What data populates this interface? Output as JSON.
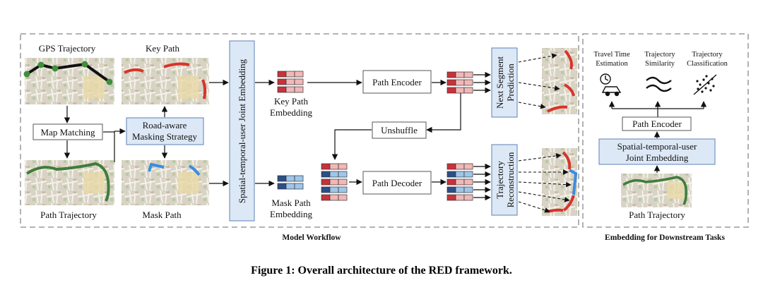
{
  "figure": {
    "caption": "Figure 1: Overall architecture of the RED framework.",
    "workflow_section_label": "Model Workflow",
    "downstream_section_label": "Embedding for Downstream Tasks"
  },
  "workflow": {
    "gps_trajectory": "GPS Trajectory",
    "key_path": "Key Path",
    "map_matching": "Map Matching",
    "masking_strategy_line1": "Road-aware",
    "masking_strategy_line2": "Masking Strategy",
    "path_trajectory": "Path Trajectory",
    "mask_path": "Mask Path",
    "joint_embedding": "Spatial-temporal-user Joint Embedding",
    "key_path_embedding_line1": "Key Path",
    "key_path_embedding_line2": "Embedding",
    "mask_path_embedding_line1": "Mask Path",
    "mask_path_embedding_line2": "Embedding",
    "path_encoder": "Path Encoder",
    "path_decoder": "Path Decoder",
    "unshuffle": "Unshuffle",
    "next_segment_line1": "Next Segment",
    "next_segment_line2": "Prediction",
    "trajectory_recon_line1": "Trajectory",
    "trajectory_recon_line2": "Reconstruction"
  },
  "downstream": {
    "tasks": [
      {
        "line1": "Travel Time",
        "line2": "Estimation",
        "icon": "clock-car-icon"
      },
      {
        "line1": "Trajectory",
        "line2": "Similarity",
        "icon": "similarity-waves-icon"
      },
      {
        "line1": "Trajectory",
        "line2": "Classification",
        "icon": "scatter-classification-icon"
      }
    ],
    "path_encoder": "Path Encoder",
    "joint_embedding_line1": "Spatial-temporal-user",
    "joint_embedding_line2": "Joint Embedding",
    "path_trajectory": "Path Trajectory"
  },
  "colors": {
    "box_fill": "#dde8f6",
    "box_stroke": "#5b82b6",
    "green_path": "#3f7d3a",
    "red_path": "#d6352b",
    "blue_path": "#3a8de0",
    "gps_line": "#111111",
    "gps_point": "#3f8f3a",
    "map_bg": "#d9d4c6",
    "embed_red_dark": "#c8323a",
    "embed_red_light": "#f2b7b7",
    "embed_blue_dark": "#2c4f86",
    "embed_blue_light": "#9fc6ea"
  }
}
